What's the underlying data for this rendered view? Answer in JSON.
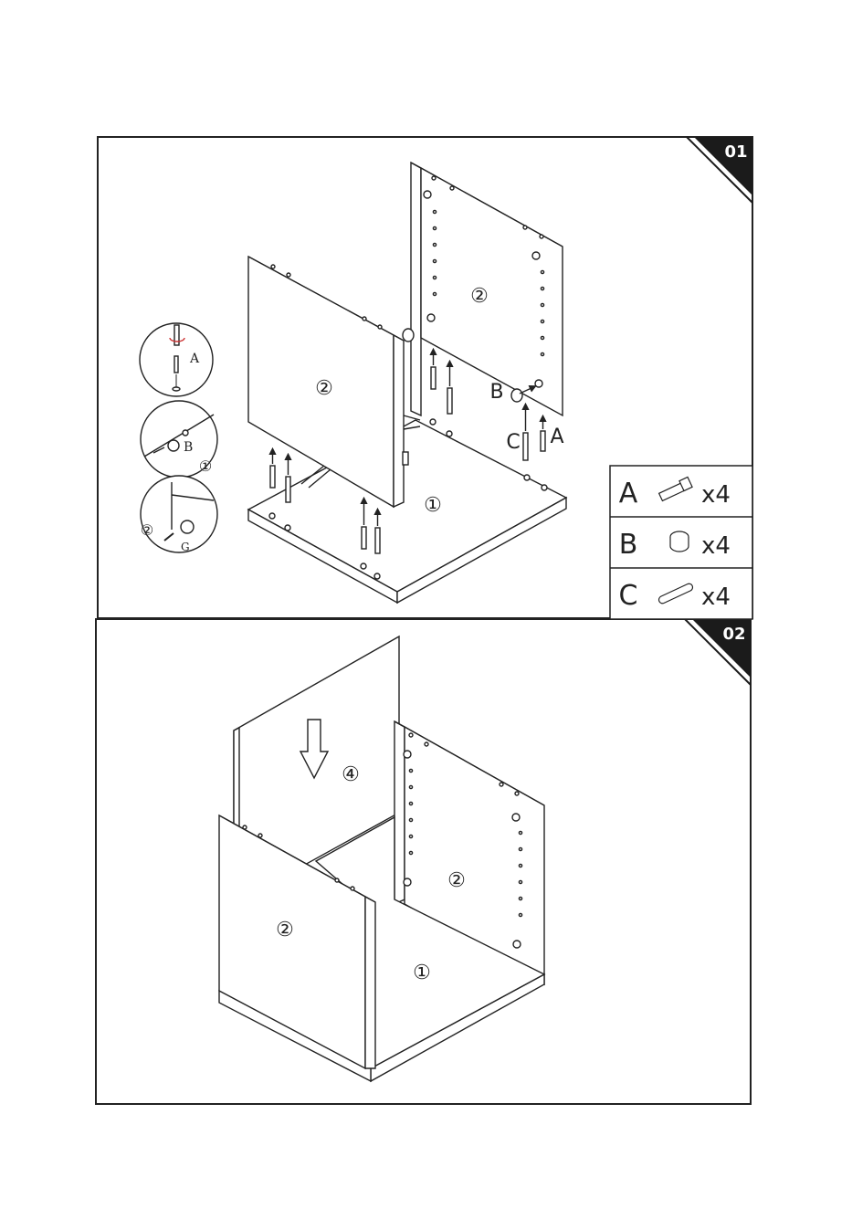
{
  "steps": [
    {
      "number": "01"
    },
    {
      "number": "02"
    }
  ],
  "parts_legend": [
    {
      "letter": "A",
      "qty": "x4",
      "icon": "cam-bolt-icon"
    },
    {
      "letter": "B",
      "qty": "x4",
      "icon": "cam-lock-icon"
    },
    {
      "letter": "C",
      "qty": "x4",
      "icon": "wooden-dowel-icon"
    }
  ],
  "step1": {
    "panel_labels": [
      "①",
      "②",
      "②"
    ],
    "callout_labels": [
      "A",
      "B",
      "C"
    ],
    "inset_labels": [
      "A",
      "B",
      "①",
      "②",
      "G"
    ]
  },
  "step2": {
    "panel_labels": [
      "④",
      "②",
      "②",
      "①"
    ]
  }
}
